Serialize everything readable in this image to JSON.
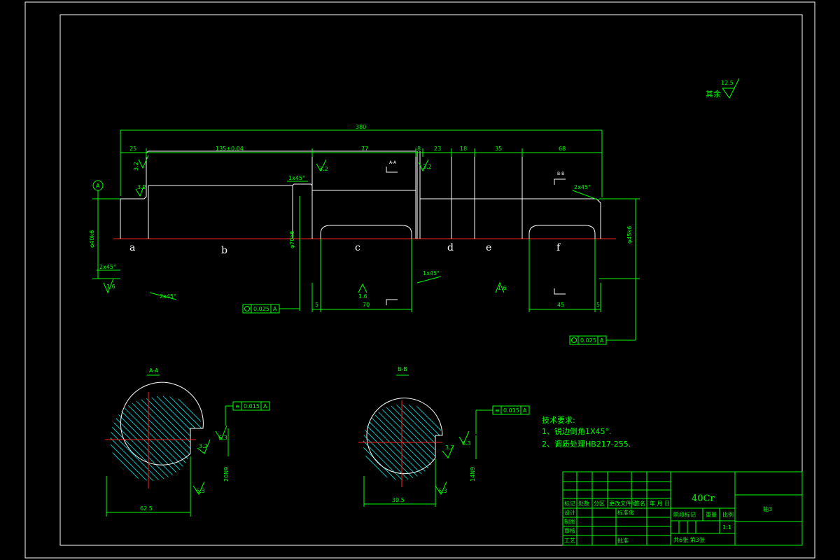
{
  "drawing": {
    "material": "40Cr",
    "scale": "1:1",
    "sheet_info": "共6张  第3张",
    "roughness_note": "其余",
    "roughness_value": "12.5"
  },
  "tech_requirements": {
    "title": "技术要求:",
    "items": [
      "1、锐边倒角1X45°.",
      "2、调质处理HB217-255."
    ]
  },
  "section_labels": {
    "a": "a",
    "b": "b",
    "c": "c",
    "d": "d",
    "e": "e",
    "f": "f"
  },
  "section_views": {
    "aa": "A-A",
    "bb": "B-B"
  },
  "dims": {
    "overall": "380",
    "d1": "25",
    "d2": "135±0.04",
    "d3": "77",
    "d4": "8",
    "d5": "23",
    "d6": "18",
    "d7": "35",
    "d8": "68",
    "key_c": "70",
    "key_f": "45",
    "gap_c": "5",
    "gap_f": "5",
    "chamfer1": "1x45°",
    "chamfer2": "2x45°",
    "chamfer3": "2x45°",
    "chamfer4": "1x45°",
    "chamfer5": "2x45°",
    "dia_a": "φ40k6",
    "dia_c": "φ70k6",
    "dia_f": "φ45k6",
    "sec_a_w": "62.5",
    "sec_b_w": "39.5",
    "sec_a_h": "20N9",
    "sec_b_h": "14N9",
    "r1": "1.6",
    "r2": "3.2",
    "r3": "1.6",
    "r4": "1.6",
    "r5": "3.2",
    "r6": "3.2",
    "r7": "3.2",
    "r8": "3.2",
    "r9": "6.3",
    "r10": "6.3",
    "datum": "A"
  },
  "tolerances": {
    "t1": "0.025",
    "t2": "0.025",
    "t3": "0.015",
    "t4": "0.015",
    "datum_ref": "A"
  },
  "title_block": {
    "row1": [
      "标记",
      "处数",
      "分区",
      "更改文件号",
      "签名",
      "年 月 日"
    ],
    "design": "设计",
    "std": "标准化",
    "draw": "制图",
    "check": "审核",
    "craft": "工艺",
    "approve": "批准",
    "stage": "阶段标记",
    "weight": "重量",
    "ratio": "比例",
    "drawing_no": "轴3"
  }
}
